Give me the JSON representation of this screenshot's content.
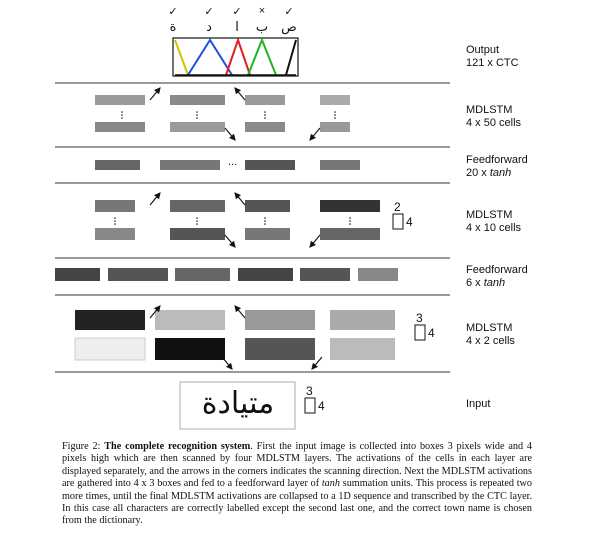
{
  "output_marks": [
    "✓",
    "✓",
    "✓",
    "×",
    "✓"
  ],
  "output_chars": [
    "ة",
    "د",
    "ا",
    "ب",
    "ص"
  ],
  "layers": [
    {
      "title": "Output",
      "detail": "121 x CTC",
      "detail_italic": ""
    },
    {
      "title": "MDLSTM",
      "detail": "4 x 50 cells",
      "detail_italic": ""
    },
    {
      "title": "Feedforward",
      "detail": "20 x ",
      "detail_italic": "tanh"
    },
    {
      "title": "MDLSTM",
      "detail": "4 x 10 cells",
      "detail_italic": ""
    },
    {
      "title": "Feedforward",
      "detail": "6 x ",
      "detail_italic": "tanh"
    },
    {
      "title": "MDLSTM",
      "detail": "4 x 2 cells",
      "detail_italic": ""
    },
    {
      "title": "Input",
      "detail": "",
      "detail_italic": ""
    }
  ],
  "box_dims": [
    {
      "w": "2",
      "h": "4"
    },
    {
      "w": "3",
      "h": "4"
    },
    {
      "w": "3",
      "h": "4"
    }
  ],
  "input_word": "متيادة",
  "ellipsis": "...",
  "caption": {
    "figure_label": "Figure 2:",
    "bold_title": "The complete recognition system",
    "text_1": ". First the input image is collected into boxes 3 pixels wide and 4 pixels high which are then scanned by four MDLSTM layers. The activations of the cells in each layer are displayed separately, and the arrows in the corners indicates the scanning direction. Next the MDLSTM activations are gathered into 4 x 3 boxes and fed to a feedforward layer of ",
    "italic_word": "tanh",
    "text_2": " summation units. This process is repeated two more times, until the final MDLSTM activations are collapsed to a 1D sequence and transcribed by the CTC layer. In this case all characters are correctly labelled except the second last one, and the correct town name is chosen from the dictionary."
  }
}
